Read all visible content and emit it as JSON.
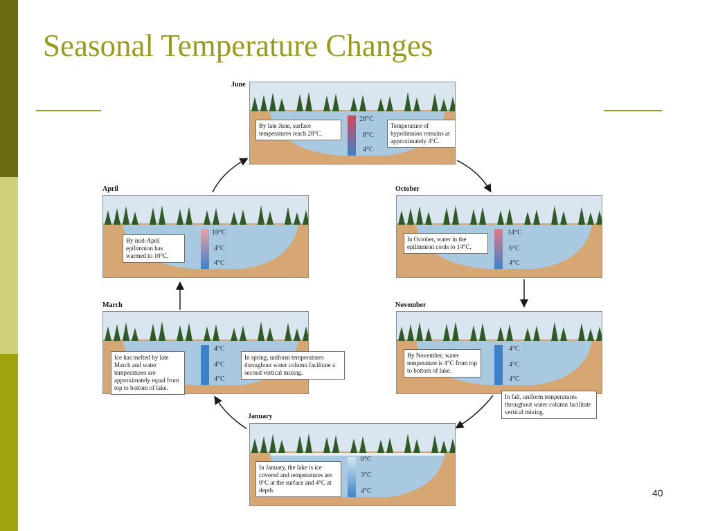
{
  "slide": {
    "title": "Seasonal Temperature Changes",
    "page_number": "40"
  },
  "theme": {
    "title_color": "#9c9a1a",
    "band_colors": [
      "#6b6a0e",
      "#cfd17a",
      "#9ea30e"
    ],
    "sky_color": "#d9e6ef",
    "water_color": "#a8c9e0",
    "ground_color": "#d6a773",
    "tree_color": "#2f5a26",
    "ice_color": "#e4eff6"
  },
  "diagram": {
    "june": {
      "label": "June",
      "temps": [
        "28°C",
        "8°C",
        "4°C"
      ],
      "gradient": [
        "#d8455a",
        "#3d82c8"
      ],
      "notes": [
        "By late June, surface temperatures reach 28°C.",
        "Temperature of hypolimnion remains at approximately 4°C."
      ]
    },
    "october": {
      "label": "October",
      "temps": [
        "14°C",
        "6°C",
        "4°C"
      ],
      "gradient": [
        "#e27a84",
        "#3d82c8"
      ],
      "notes": [
        "In October, water in the epilimnion cools to 14°C."
      ]
    },
    "november": {
      "label": "November",
      "temps": [
        "4°C",
        "4°C",
        "4°C"
      ],
      "gradient": [
        "#3d82c8",
        "#3d82c8"
      ],
      "notes": [
        "By November, water temperature is 4°C from top to bottom of lake.",
        "In fall, uniform temperatures throughout water column facilitate vertical mixing."
      ]
    },
    "january": {
      "label": "January",
      "temps": [
        "0°C",
        "3°C",
        "4°C"
      ],
      "gradient": [
        "#d3e7f4",
        "#3d82c8"
      ],
      "notes": [
        "In January, the lake is ice covered and temperatures are 0°C at the surface and 4°C at depth."
      ]
    },
    "march": {
      "label": "March",
      "temps": [
        "4°C",
        "4°C",
        "4°C"
      ],
      "gradient": [
        "#3d82c8",
        "#3d82c8"
      ],
      "notes": [
        "Ice has melted by late March and water temperatures are approximately equal from top to bottom of lake.",
        "In spring, uniform temperatures throughout water column facilitate a second vertical mixing."
      ]
    },
    "april": {
      "label": "April",
      "temps": [
        "10°C",
        "4°C",
        "4°C"
      ],
      "gradient": [
        "#e8a0a6",
        "#3d82c8"
      ],
      "notes": [
        "By mid-April epilimnion has warmed to 10°C."
      ]
    }
  }
}
